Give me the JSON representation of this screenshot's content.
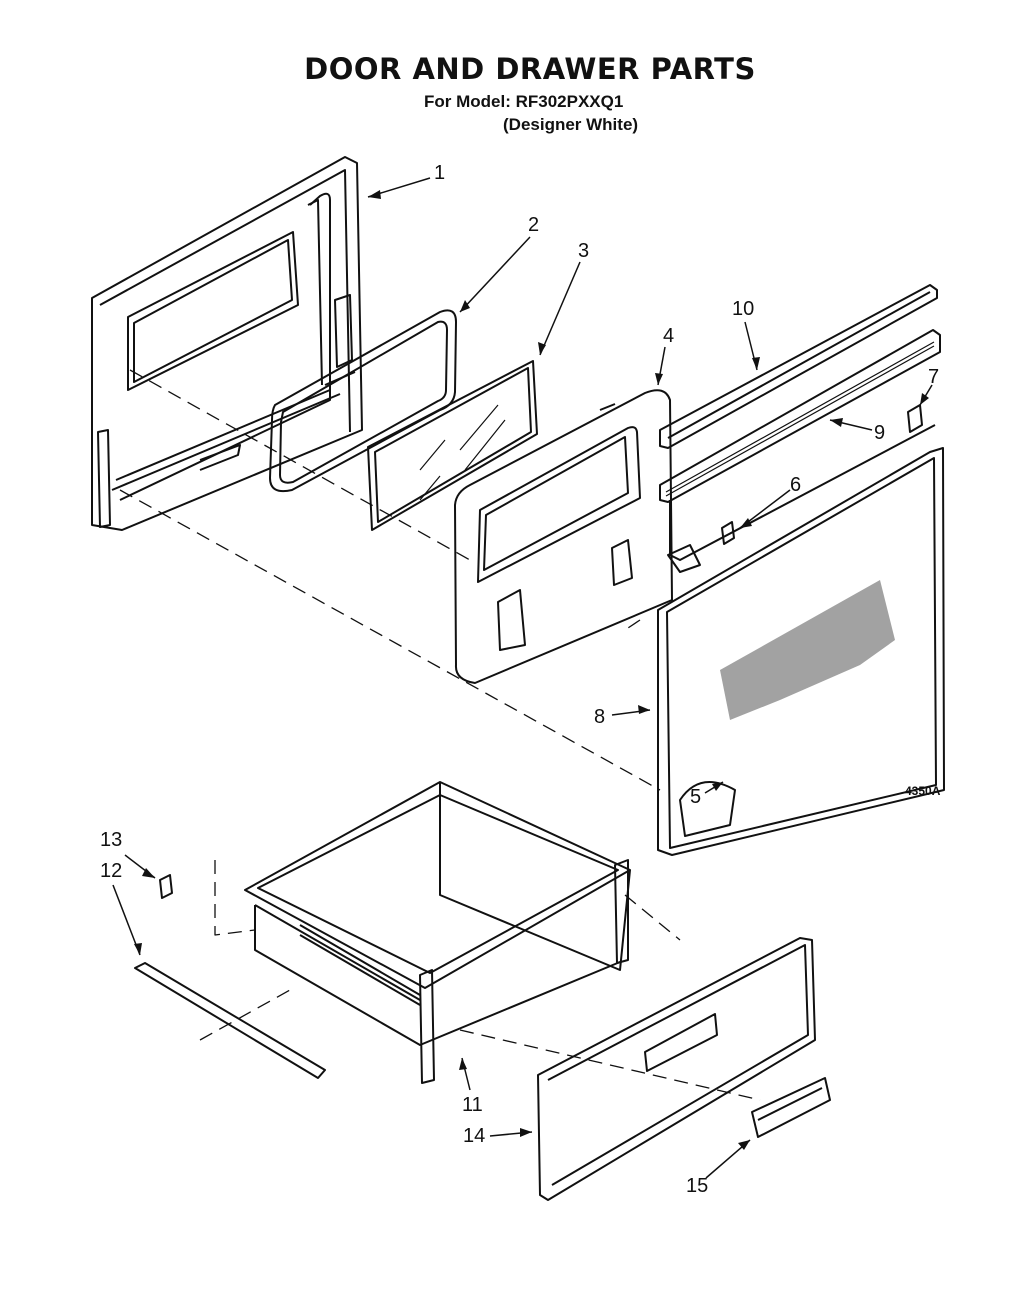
{
  "title": "DOOR AND DRAWER PARTS",
  "model_line": "For Model: RF302PXXQ1",
  "model_variant": "(Designer White)",
  "figure_code": "4350A",
  "callouts": [
    "1",
    "2",
    "3",
    "4",
    "5",
    "6",
    "7",
    "8",
    "9",
    "10",
    "11",
    "12",
    "13",
    "14",
    "15"
  ]
}
